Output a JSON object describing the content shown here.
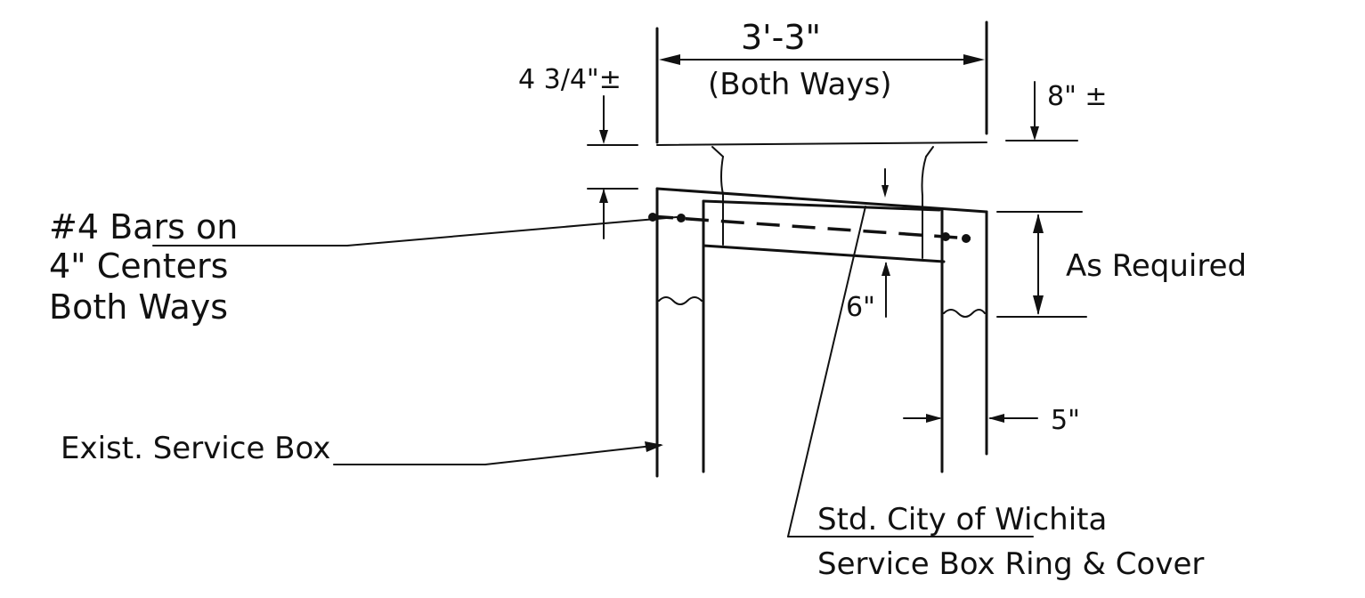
{
  "labels": {
    "top_width": "3'-3\"",
    "top_width_note": "(Both Ways)",
    "left_top_dim": "4 3/4\"±",
    "right_top_dim": "8\" ±",
    "bars_line1": "#4 Bars on",
    "bars_line2": "4\" Centers",
    "bars_line3": "Both Ways",
    "as_required": "As Required",
    "six_inch": "6\"",
    "five_inch": "5\"",
    "exist_box": "Exist. Service Box",
    "std_line1": "Std. City of Wichita",
    "std_line2": "Service Box Ring & Cover"
  }
}
